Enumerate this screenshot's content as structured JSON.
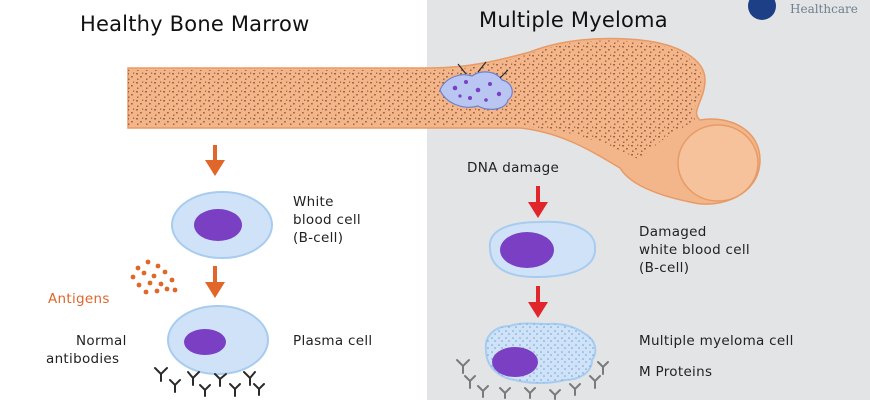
{
  "headings": {
    "left": "Healthy Bone Marrow",
    "right": "Multiple Myeloma"
  },
  "logo": {
    "text": "Healthcare"
  },
  "healthy": {
    "white_cell_label": [
      "White",
      "blood cell",
      "(B-cell)"
    ],
    "antigens_label": "Antigens",
    "antibodies_label": [
      "Normal",
      "antibodies"
    ],
    "plasma_label": "Plasma cell"
  },
  "myeloma": {
    "dna_label": "DNA damage",
    "damaged_label": [
      "Damaged",
      "white blood cell",
      "(B-cell)"
    ],
    "myeloma_label": "Multiple myeloma cell",
    "proteins_label": "M Proteins"
  },
  "colors": {
    "bone": "#f2b68a",
    "bone_outline": "#e89a66",
    "bone_dots": "#8a4a2a",
    "cell_membrane": "#a8ccef",
    "nucleus": "#7b3fc4",
    "arrow_healthy": "#e0662a",
    "arrow_myeloma": "#e0262a",
    "right_panel": "#e3e4e6"
  }
}
